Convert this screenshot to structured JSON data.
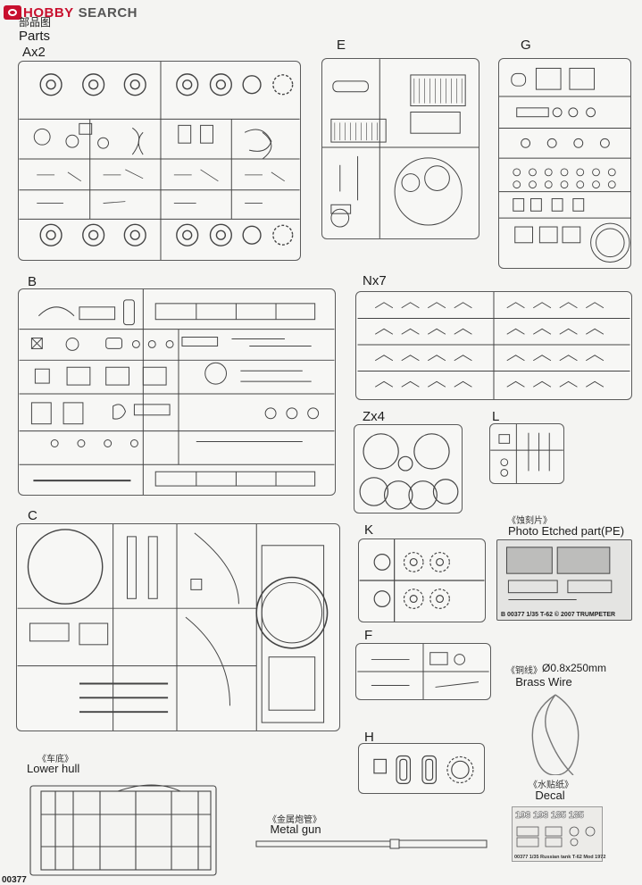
{
  "site": {
    "brand_a": "HOBBY",
    "brand_b": "SEARCH"
  },
  "header": {
    "title_cn": "部品图",
    "title_en": "Parts"
  },
  "sprues": {
    "a": "Ax2",
    "e": "E",
    "g": "G",
    "b": "B",
    "n": "Nx7",
    "z": "Zx4",
    "l": "L",
    "c": "C",
    "k": "K",
    "f": "F",
    "h": "H"
  },
  "pe": {
    "cn": "《蚀刻片》",
    "en": "Photo Etched part(PE)",
    "plate_text": "B  00377 1/35  T-62 © 2007 TRUMPETER"
  },
  "wire": {
    "cn": "《铜线》",
    "en_prefix": "Ø0.8x250mm",
    "en": "Brass Wire"
  },
  "decal": {
    "cn": "《水贴纸》",
    "en": "Decal",
    "numbers": [
      "193",
      "193",
      "185",
      "185"
    ],
    "footer": "00377 1/35  Russian tank T-62 Mod 1972"
  },
  "hull": {
    "cn": "《车底》",
    "en": "Lower hull"
  },
  "gun": {
    "cn": "《金属炮管》",
    "en": "Metal gun"
  },
  "footer": {
    "code": "00377"
  }
}
